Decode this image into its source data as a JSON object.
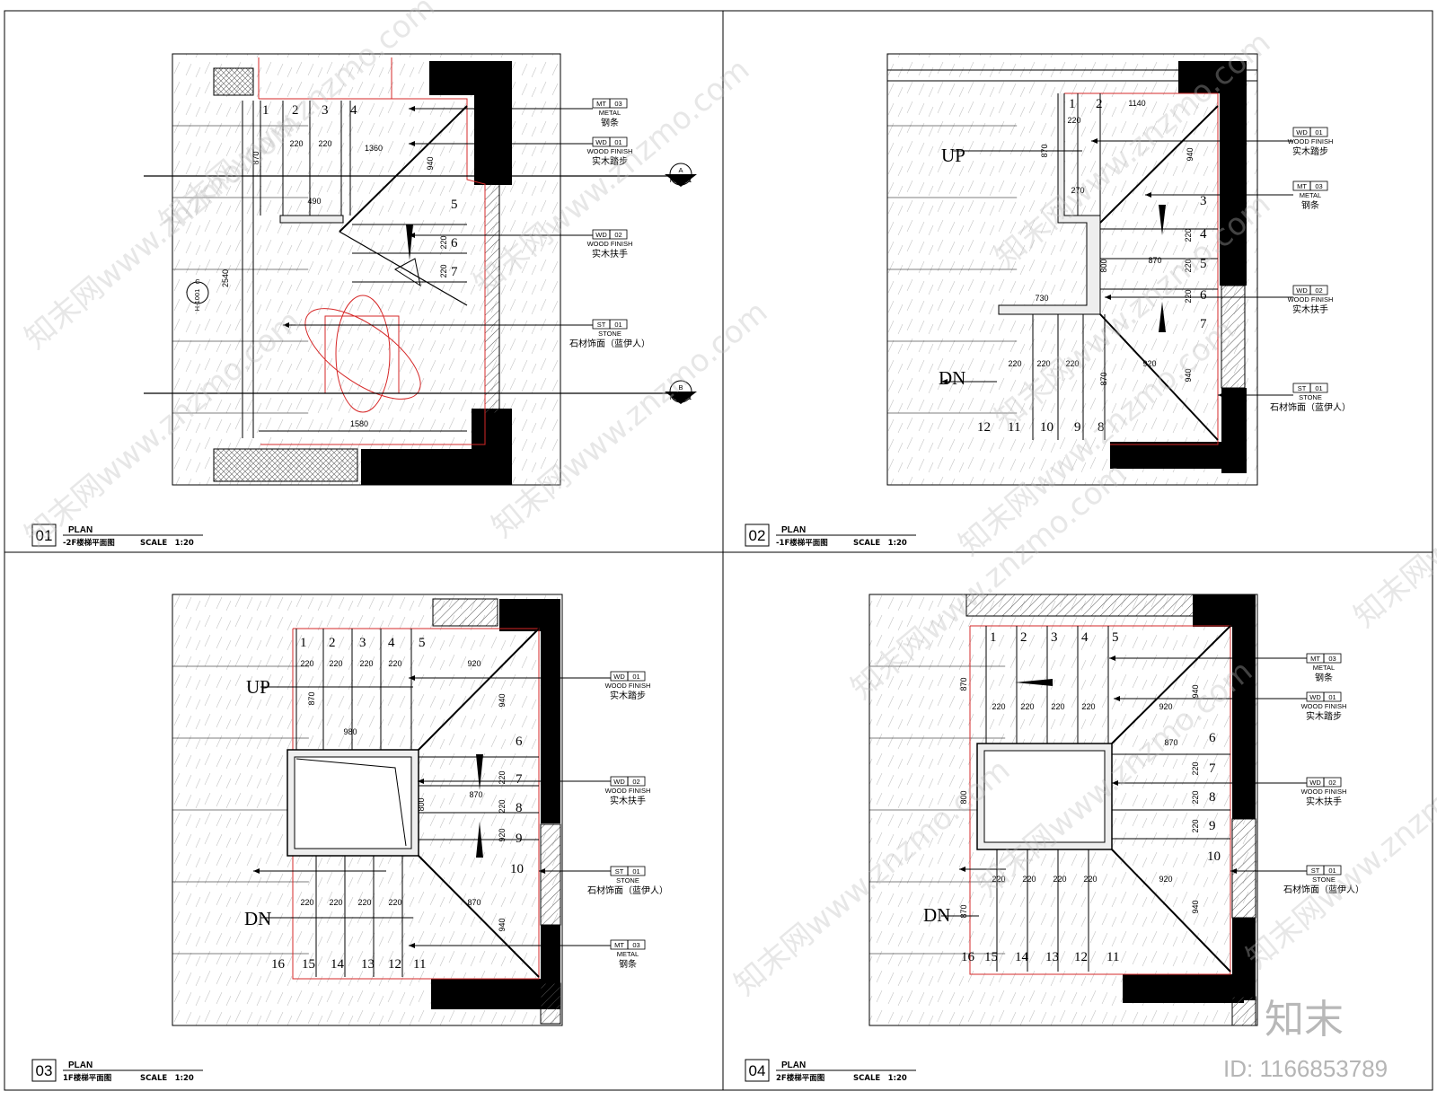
{
  "panels": [
    {
      "id": "p1",
      "number": "01",
      "label": "PLAN",
      "name": "-2F楼梯平面图",
      "scale": "SCALE　1:20",
      "steps": [
        "1",
        "2",
        "3",
        "4",
        "5",
        "6",
        "7"
      ],
      "dims": [
        "220",
        "220",
        "1360",
        "490",
        "940",
        "870",
        "220",
        "220",
        "2540",
        "1580"
      ],
      "tags": [
        {
          "code": "MT",
          "no": "03",
          "en": "METAL",
          "cn": "钢条"
        },
        {
          "code": "WD",
          "no": "01",
          "en": "WOOD FINISH",
          "cn": "实木踏步"
        },
        {
          "code": "WD",
          "no": "02",
          "en": "WOOD FINISH",
          "cn": "实木扶手"
        },
        {
          "code": "ST",
          "no": "01",
          "en": "STONE",
          "cn": "石材饰面（蓝伊人）"
        }
      ],
      "sections": [
        {
          "letter": "A",
          "ref": "H-1001"
        },
        {
          "letter": "B",
          "ref": "H-1001"
        },
        {
          "letter": "C",
          "ref": "H-1001"
        }
      ]
    },
    {
      "id": "p2",
      "number": "02",
      "label": "PLAN",
      "name": "-1F楼梯平面图",
      "scale": "SCALE　1:20",
      "steps": [
        "1",
        "2",
        "3",
        "4",
        "5",
        "6",
        "7",
        "8",
        "9",
        "10",
        "11",
        "12"
      ],
      "up": "UP",
      "dn": "DN",
      "dims": [
        "1140",
        "220",
        "870",
        "940",
        "270",
        "220",
        "800",
        "870",
        "220",
        "220",
        "730",
        "220",
        "220",
        "220",
        "920",
        "870",
        "940"
      ],
      "tags": [
        {
          "code": "WD",
          "no": "01",
          "en": "WOOD FINISH",
          "cn": "实木踏步"
        },
        {
          "code": "MT",
          "no": "03",
          "en": "METAL",
          "cn": "钢条"
        },
        {
          "code": "WD",
          "no": "02",
          "en": "WOOD FINISH",
          "cn": "实木扶手"
        },
        {
          "code": "ST",
          "no": "01",
          "en": "STONE",
          "cn": "石材饰面（蓝伊人）"
        }
      ]
    },
    {
      "id": "p3",
      "number": "03",
      "label": "PLAN",
      "name": "1F楼梯平面图",
      "scale": "SCALE　1:20",
      "steps": [
        "1",
        "2",
        "3",
        "4",
        "5",
        "6",
        "7",
        "8",
        "9",
        "10",
        "11",
        "12",
        "13",
        "14",
        "15",
        "16"
      ],
      "up": "UP",
      "dn": "DN",
      "dims": [
        "220",
        "220",
        "220",
        "220",
        "920",
        "870",
        "940",
        "980",
        "220",
        "870",
        "800",
        "220",
        "220",
        "220",
        "220",
        "220",
        "920",
        "870",
        "940"
      ],
      "tags": [
        {
          "code": "WD",
          "no": "01",
          "en": "WOOD FINISH",
          "cn": "实木踏步"
        },
        {
          "code": "WD",
          "no": "02",
          "en": "WOOD FINISH",
          "cn": "实木扶手"
        },
        {
          "code": "ST",
          "no": "01",
          "en": "STONE",
          "cn": "石材饰面（蓝伊人）"
        },
        {
          "code": "MT",
          "no": "03",
          "en": "METAL",
          "cn": "钢条"
        }
      ]
    },
    {
      "id": "p4",
      "number": "04",
      "label": "PLAN",
      "name": "2F楼梯平面图",
      "scale": "SCALE　1:20",
      "steps": [
        "1",
        "2",
        "3",
        "4",
        "5",
        "6",
        "7",
        "8",
        "9",
        "10",
        "11",
        "12",
        "13",
        "14",
        "15",
        "16"
      ],
      "dn": "DN",
      "dims": [
        "870",
        "220",
        "220",
        "220",
        "220",
        "920",
        "940",
        "870",
        "220",
        "220",
        "220",
        "800",
        "220",
        "220",
        "220",
        "220",
        "920",
        "870",
        "940"
      ],
      "tags": [
        {
          "code": "MT",
          "no": "03",
          "en": "METAL",
          "cn": "钢条"
        },
        {
          "code": "WD",
          "no": "01",
          "en": "WOOD FINISH",
          "cn": "实木踏步"
        },
        {
          "code": "WD",
          "no": "02",
          "en": "WOOD FINISH",
          "cn": "实木扶手"
        },
        {
          "code": "ST",
          "no": "01",
          "en": "STONE",
          "cn": "石材饰面（蓝伊人）"
        }
      ]
    }
  ],
  "watermark": {
    "text": "知末网www.znzmo.com",
    "brand": "知末",
    "id": "ID: 1166853789"
  },
  "colors": {
    "line": "#000000",
    "red": "#d62828",
    "wall": "#000000",
    "hatch": "#9a9a9a"
  }
}
